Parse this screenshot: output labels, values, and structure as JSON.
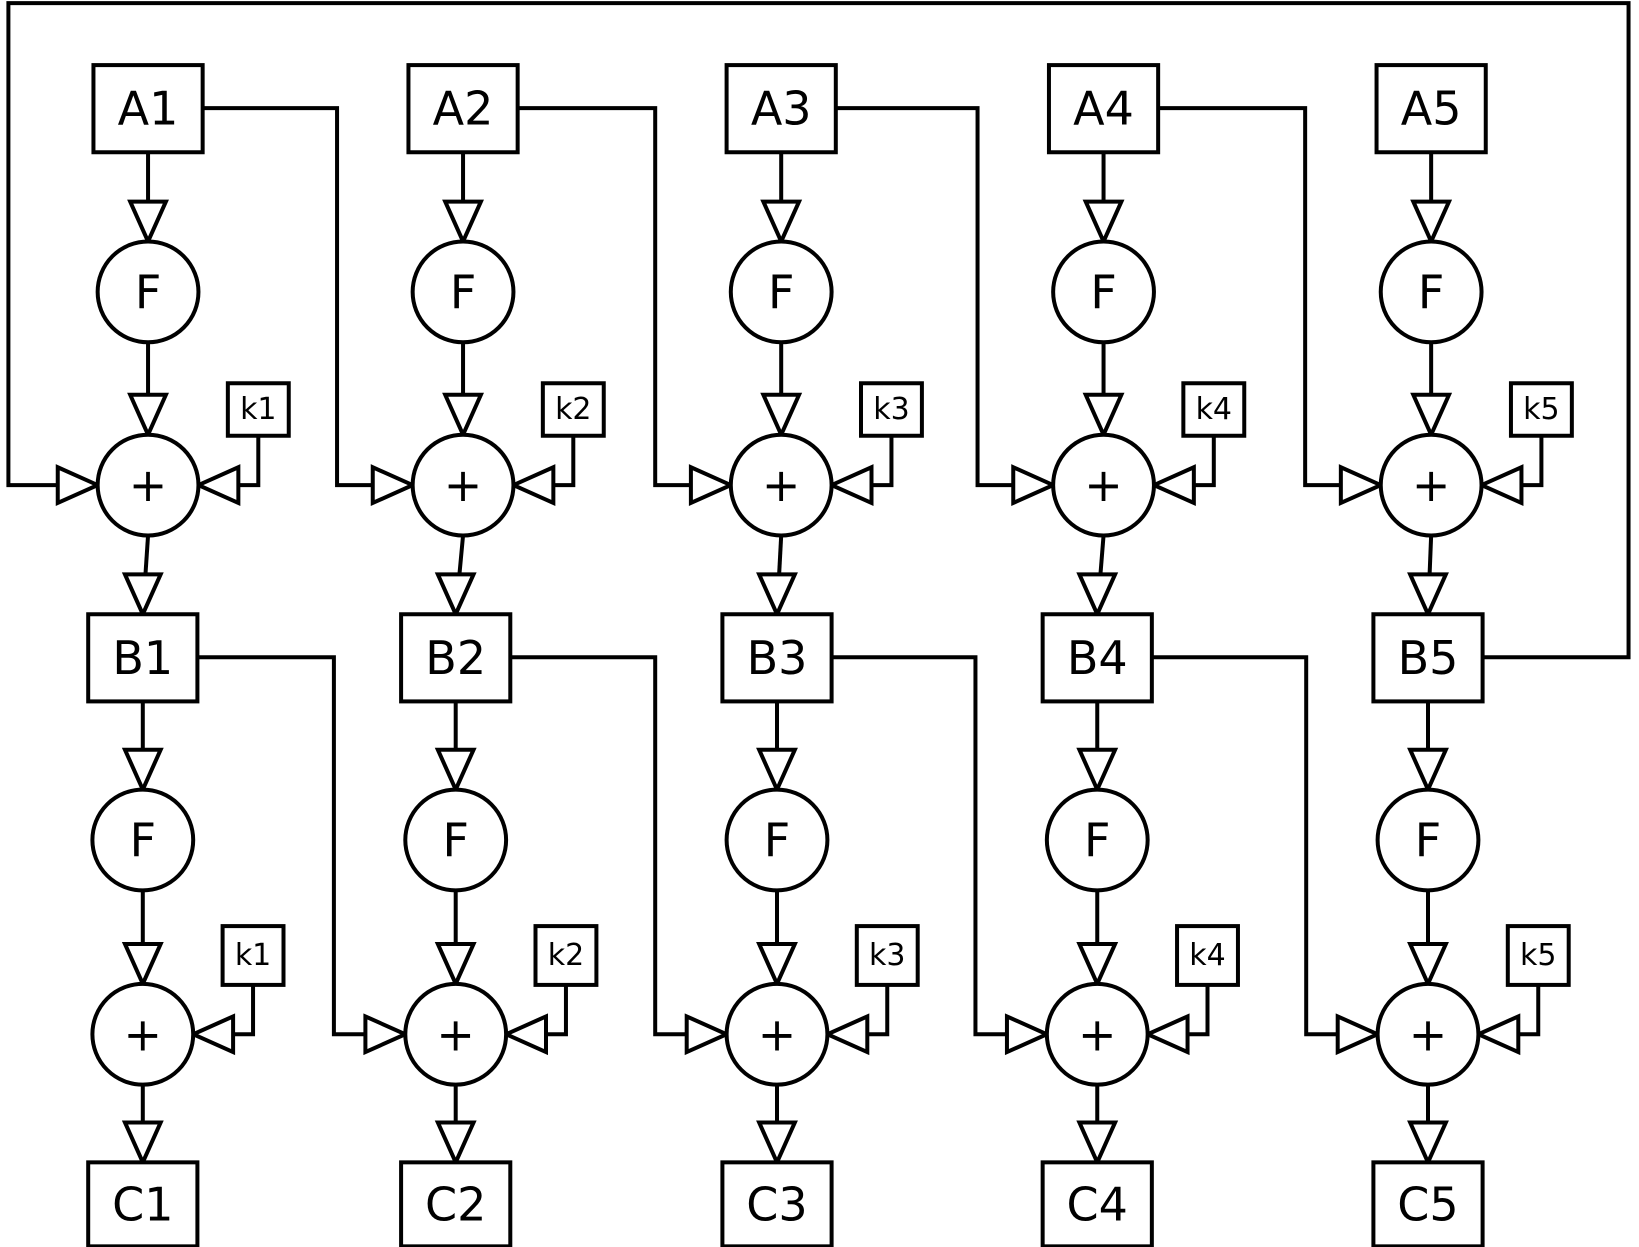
{
  "diagram": {
    "columns": [
      {
        "a": "A1",
        "b": "B1",
        "c": "C1",
        "f_top": "F",
        "f_bottom": "F",
        "sum_top": "+",
        "sum_bottom": "+",
        "k_top": "k1",
        "k_bottom": "k1"
      },
      {
        "a": "A2",
        "b": "B2",
        "c": "C2",
        "f_top": "F",
        "f_bottom": "F",
        "sum_top": "+",
        "sum_bottom": "+",
        "k_top": "k2",
        "k_bottom": "k2"
      },
      {
        "a": "A3",
        "b": "B3",
        "c": "C3",
        "f_top": "F",
        "f_bottom": "F",
        "sum_top": "+",
        "sum_bottom": "+",
        "k_top": "k3",
        "k_bottom": "k3"
      },
      {
        "a": "A4",
        "b": "B4",
        "c": "C4",
        "f_top": "F",
        "f_bottom": "F",
        "sum_top": "+",
        "sum_bottom": "+",
        "k_top": "k4",
        "k_bottom": "k4"
      },
      {
        "a": "A5",
        "b": "B5",
        "c": "C5",
        "f_top": "F",
        "f_bottom": "F",
        "sum_top": "+",
        "sum_bottom": "+",
        "k_top": "k5",
        "k_bottom": "k5"
      }
    ],
    "edges": [
      "A_i -> F -> + -> B_i",
      "k_i -> + (top row)",
      "A_i -> + of column i+1 (top row)",
      "B5 -> + of column 1 (top row, feedback)",
      "B_i -> F -> + -> C_i",
      "k_i -> + (bottom row)",
      "B_i -> + of column i+1 (bottom row)"
    ]
  }
}
